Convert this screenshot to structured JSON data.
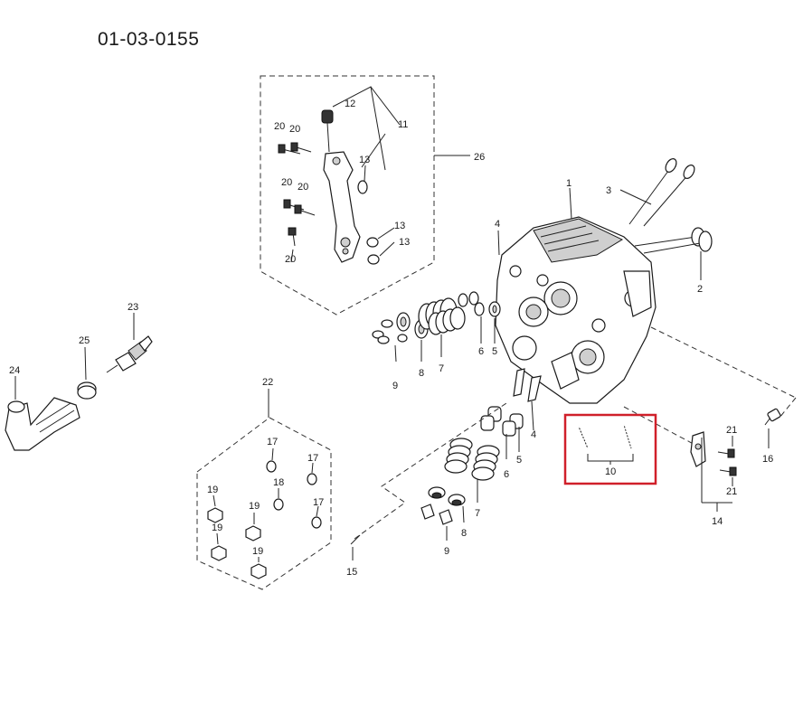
{
  "diagram": {
    "code": "01-03-0155",
    "highlight_color": "#d0202a",
    "labels": {
      "p1": "1",
      "p2": "2",
      "p3": "3",
      "p4a": "4",
      "p4b": "4",
      "p5a": "5",
      "p5b": "5",
      "p6a": "6",
      "p6b": "6",
      "p7a": "7",
      "p7b": "7",
      "p8a": "8",
      "p8b": "8",
      "p9a": "9",
      "p9b": "9",
      "p10": "10",
      "p11": "11",
      "p12": "12",
      "p13a": "13",
      "p13b": "13",
      "p13c": "13",
      "p14": "14",
      "p15": "15",
      "p16": "16",
      "p17a": "17",
      "p17b": "17",
      "p17c": "17",
      "p18": "18",
      "p19a": "19",
      "p19b": "19",
      "p19c": "19",
      "p19d": "19",
      "p20a": "20",
      "p20b": "20",
      "p20c": "20",
      "p20d": "20",
      "p20e": "20",
      "p21a": "21",
      "p21b": "21",
      "p22": "22",
      "p23": "23",
      "p24": "24",
      "p25": "25",
      "p26": "26"
    }
  }
}
